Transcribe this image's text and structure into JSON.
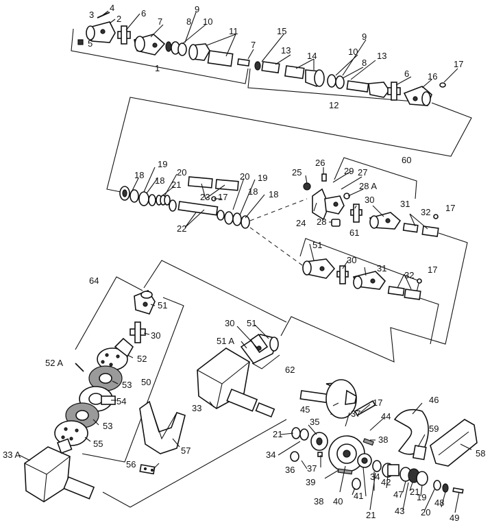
{
  "callouts": {
    "c1": "1",
    "c2": "2",
    "c3": "3",
    "c4": "4",
    "c5": "5",
    "c6a": "6",
    "c6b": "6",
    "c7a": "7",
    "c7b": "7",
    "c8a": "8",
    "c8b": "8",
    "c9a": "9",
    "c9b": "9",
    "c10a": "10",
    "c10b": "10",
    "c11": "11",
    "c12": "12",
    "c13a": "13",
    "c13b": "13",
    "c14": "14",
    "c15": "15",
    "c16": "16",
    "c17a": "17",
    "c17b": "17",
    "c17c": "17",
    "c17d": "17",
    "c17e": "17",
    "c18a": "18",
    "c18b": "18",
    "c18c": "18",
    "c18d": "18",
    "c19a": "19",
    "c19b": "19",
    "c19c": "19",
    "c20a": "20",
    "c20b": "20",
    "c20c": "20",
    "c21a": "21",
    "c21b": "21",
    "c21c": "21",
    "c21d": "21",
    "c22": "22",
    "c23": "23",
    "c24": "24",
    "c25": "25",
    "c26": "26",
    "c27": "27",
    "c28": "28",
    "c28A": "28 A",
    "c29": "29",
    "c30a": "30",
    "c30b": "30",
    "c30c": "30",
    "c30d": "30",
    "c31a": "31",
    "c31b": "31",
    "c32a": "32",
    "c32b": "32",
    "c33": "33",
    "c33A": "33 A",
    "c34a": "34",
    "c34b": "34",
    "c35": "35",
    "c36": "36",
    "c37a": "37",
    "c37b": "37",
    "c38a": "38",
    "c38b": "38",
    "c39": "39",
    "c40": "40",
    "c41": "41",
    "c42": "42",
    "c43": "43",
    "c44": "44",
    "c45": "45",
    "c46": "46",
    "c47": "47",
    "c48": "48",
    "c49": "49",
    "c50": "50",
    "c51a": "51",
    "c51b": "51",
    "c51c": "51",
    "c51A": "51 A",
    "c52": "52",
    "c52A": "52 A",
    "c53a": "53",
    "c53b": "53",
    "c54": "54",
    "c55": "55",
    "c56": "56",
    "c57": "57",
    "c58": "58",
    "c59": "59",
    "c60": "60",
    "c61": "61",
    "c62": "62",
    "c64": "64"
  }
}
